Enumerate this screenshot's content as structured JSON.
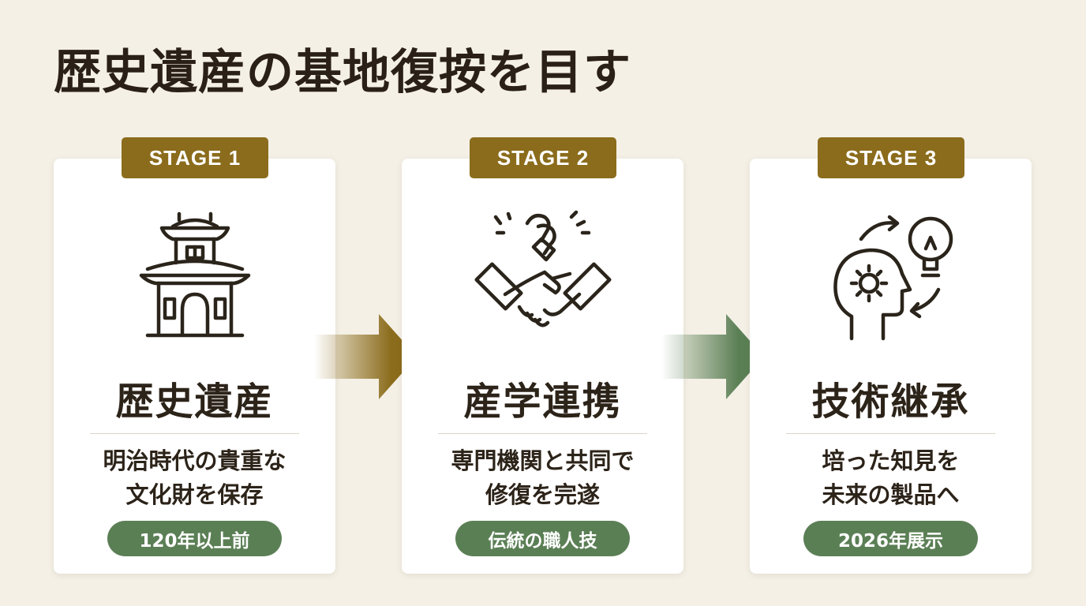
{
  "title": "歴史遺産の基地復按を目す",
  "stages": [
    {
      "badge": "STAGE 1",
      "icon": "castle-icon",
      "title": "歴史遺産",
      "desc": [
        "明治時代の貴重な",
        "文化財を保存"
      ],
      "pill": "120年以上前"
    },
    {
      "badge": "STAGE 2",
      "icon": "handshake-icon",
      "title": "産学連携",
      "desc": [
        "専門機関と共同で",
        "修復を完遂"
      ],
      "pill": "伝統の職人技"
    },
    {
      "badge": "STAGE 3",
      "icon": "head-lightbulb-icon",
      "title": "技術継承",
      "desc": [
        "培った知見を",
        "未来の製品へ"
      ],
      "pill": "2026年展示"
    }
  ],
  "colors": {
    "background": "#f4f0e6",
    "badge": "#8b6c1c",
    "pill": "#5b7f55",
    "arrow_1": "#8b6c1c",
    "arrow_2": "#5b7f55",
    "text": "#2a241b"
  }
}
